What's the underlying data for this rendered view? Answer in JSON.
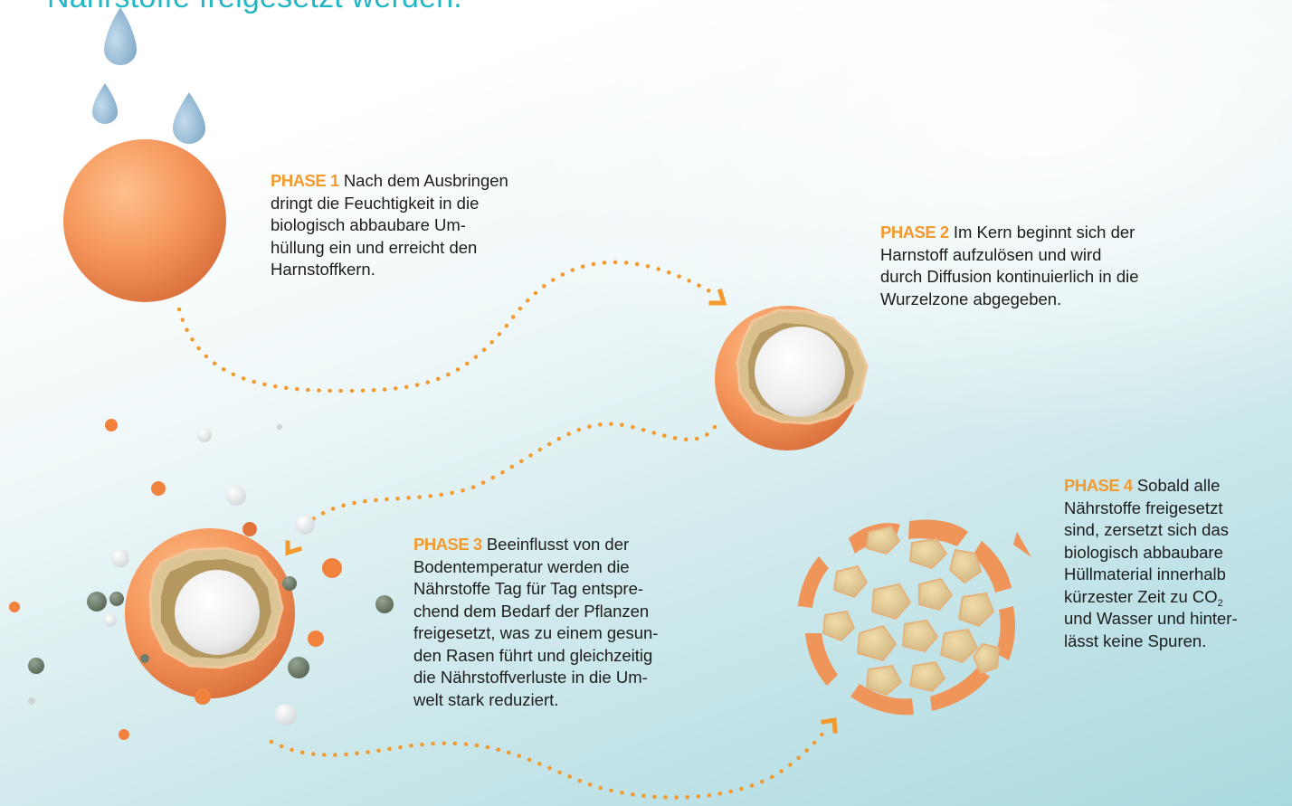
{
  "headline": "Nährstoffe freigesetzt werden.",
  "phases": [
    {
      "label": "PHASE 1",
      "lines": [
        "Nach dem Ausbringen",
        "dringt die Feuchtigkeit in die",
        "biologisch abbaubare Um-",
        "hüllung ein und erreicht den",
        "Harnstoffkern."
      ]
    },
    {
      "label": "PHASE 2",
      "lines": [
        "Im Kern beginnt sich der",
        "Harnstoff aufzulösen und wird",
        "durch Diffusion kontinuierlich in die",
        "Wurzelzone abgegeben."
      ]
    },
    {
      "label": "PHASE 3",
      "lines": [
        "Beeinflusst von der",
        "Bodentemperatur werden die",
        "Nährstoffe Tag für Tag entspre-",
        "chend dem Bedarf der Pflanzen",
        "freigesetzt, was zu einem gesun-",
        "den Rasen führt und gleichzeitig",
        "die Nährstoffverluste in die Um-",
        "welt stark reduziert."
      ]
    },
    {
      "label": "PHASE 4",
      "lines": [
        "Sobald alle",
        "Nährstoffe freigesetzt",
        "sind, zersetzt sich das",
        "biologisch abbaubare",
        "Hüllmaterial innerhalb"
      ],
      "co2_prefix": "kürzester Zeit zu CO",
      "co2_sub": "2",
      "tail_lines": [
        "und Wasser und hinter-",
        "lässt keine Spuren."
      ]
    }
  ],
  "colors": {
    "accent_orange": "#f29a2e",
    "headline_teal": "#23b7c6",
    "granule_orange": "#f0955a",
    "shell_beige": "#dcc696",
    "drop_blue": "#9dbfd8",
    "core_white": "#f4f4f4",
    "particle_gray": "#6f7d6e"
  }
}
